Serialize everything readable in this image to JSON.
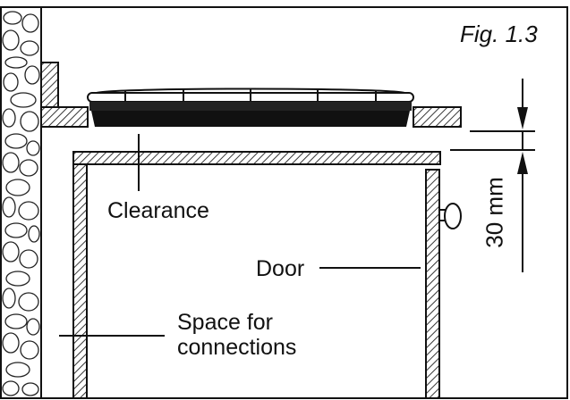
{
  "figure_label": "Fig. 1.3",
  "labels": {
    "clearance": "Clearance",
    "door": "Door",
    "space_line1": "Space for",
    "space_line2": "connections",
    "dimension": "30 mm"
  },
  "colors": {
    "ink": "#111111",
    "paper": "#ffffff",
    "hatch": "#222222"
  }
}
